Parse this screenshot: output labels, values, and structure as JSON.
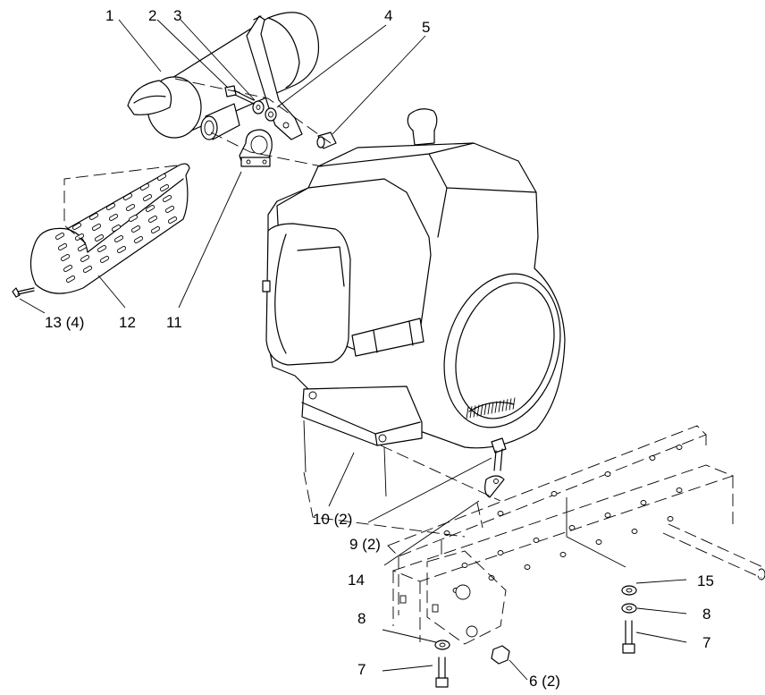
{
  "callouts": [
    {
      "id": "c1",
      "text": "1"
    },
    {
      "id": "c2",
      "text": "2"
    },
    {
      "id": "c3",
      "text": "3"
    },
    {
      "id": "c4",
      "text": "4"
    },
    {
      "id": "c5",
      "text": "5"
    },
    {
      "id": "c11",
      "text": "11"
    },
    {
      "id": "c12",
      "text": "12"
    },
    {
      "id": "c13",
      "text": "13 (4)"
    },
    {
      "id": "c10",
      "text": "10 (2)"
    },
    {
      "id": "c9",
      "text": "9 (2)"
    },
    {
      "id": "c14",
      "text": "14"
    },
    {
      "id": "c15",
      "text": "15"
    },
    {
      "id": "c8r",
      "text": "8"
    },
    {
      "id": "c7r",
      "text": "7"
    },
    {
      "id": "c8l",
      "text": "8"
    },
    {
      "id": "c7l",
      "text": "7"
    },
    {
      "id": "c6",
      "text": "6 (2)"
    }
  ]
}
